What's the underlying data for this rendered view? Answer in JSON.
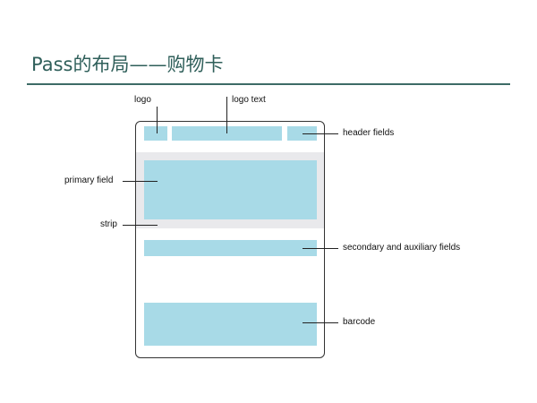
{
  "slide": {
    "title": "Pass的布局——购物卡"
  },
  "diagram": {
    "labels": {
      "logo": "logo",
      "logo_text": "logo text",
      "header_fields": "header fields",
      "primary_field": "primary field",
      "strip": "strip",
      "secondary_auxiliary": "secondary and auxiliary fields",
      "barcode": "barcode"
    },
    "colors": {
      "field_fill": "#a8dae7",
      "strip_fill": "#e9e9ec",
      "title": "#2f5f5a",
      "rule": "#3d6b66"
    }
  }
}
